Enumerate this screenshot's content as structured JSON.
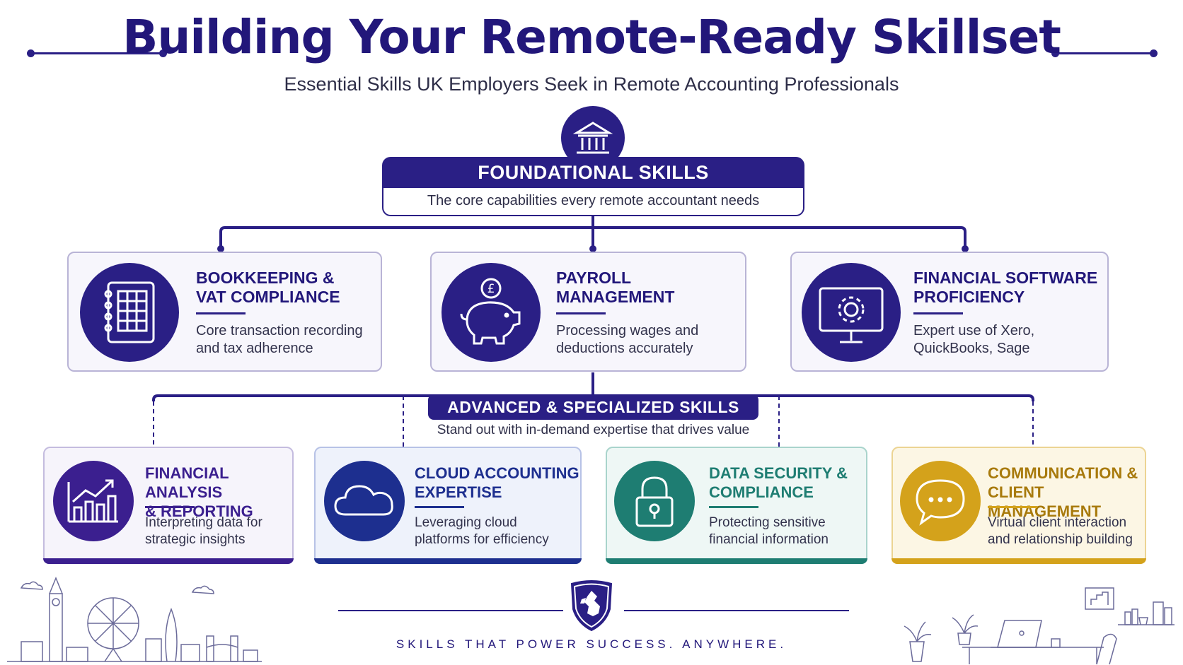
{
  "header": {
    "title": "Building Your Remote-Ready Skillset",
    "subtitle": "Essential Skills UK Employers Seek in Remote Accounting Professionals"
  },
  "foundational": {
    "title": "FOUNDATIONAL SKILLS",
    "description": "The core capabilities every remote accountant needs",
    "icon": "bank-icon"
  },
  "foundational_skills": [
    {
      "title_line1": "BOOKKEEPING &",
      "title_line2": "VAT COMPLIANCE",
      "desc_line1": "Core transaction recording",
      "desc_line2": "and tax adherence",
      "icon": "ledger-icon"
    },
    {
      "title_line1": "PAYROLL",
      "title_line2": "MANAGEMENT",
      "desc_line1": "Processing wages and",
      "desc_line2": "deductions accurately",
      "icon": "piggy-bank-icon"
    },
    {
      "title_line1": "FINANCIAL SOFTWARE",
      "title_line2": "PROFICIENCY",
      "desc_line1": "Expert use of Xero,",
      "desc_line2": "QuickBooks, Sage",
      "icon": "monitor-gear-icon"
    }
  ],
  "advanced": {
    "title": "ADVANCED & SPECIALIZED SKILLS",
    "description": "Stand out with in-demand expertise that drives value"
  },
  "advanced_skills": [
    {
      "title_line1": "FINANCIAL ANALYSIS",
      "title_line2": "& REPORTING",
      "desc_line1": "Interpreting data for",
      "desc_line2": "strategic insights",
      "icon": "chart-icon",
      "color": "#3b1f8f"
    },
    {
      "title_line1": "CLOUD ACCOUNTING",
      "title_line2": "EXPERTISE",
      "desc_line1": "Leveraging cloud",
      "desc_line2": "platforms for efficiency",
      "icon": "cloud-icon",
      "color": "#1d2f8f"
    },
    {
      "title_line1": "DATA SECURITY &",
      "title_line2": "COMPLIANCE",
      "desc_line1": "Protecting sensitive",
      "desc_line2": "financial information",
      "icon": "padlock-icon",
      "color": "#1e7d72"
    },
    {
      "title_line1": "COMMUNICATION &",
      "title_line2": "CLIENT MANAGEMENT",
      "desc_line1": "Virtual client interaction",
      "desc_line2": "and relationship building",
      "icon": "chat-bubble-icon",
      "color": "#d4a21b"
    }
  ],
  "footer": {
    "tagline": "SKILLS THAT POWER SUCCESS.  ANYWHERE.",
    "emblem": "uk-shield-icon"
  }
}
